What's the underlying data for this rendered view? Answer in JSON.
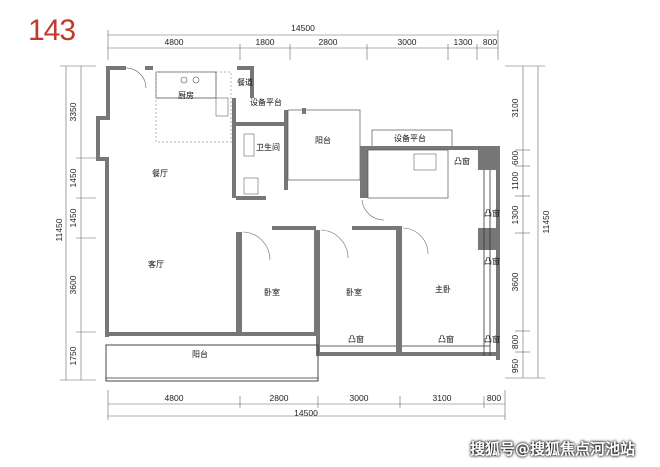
{
  "badge": "143",
  "watermark": "搜狐号@搜狐焦点河池站",
  "dims": {
    "top_total": "14500",
    "top": [
      "4800",
      "1800",
      "2800",
      "3000",
      "1300",
      "800"
    ],
    "bottom_total": "14500",
    "bottom": [
      "4800",
      "2800",
      "3000",
      "3100",
      "800"
    ],
    "left_total": "11450",
    "left": [
      "3350",
      "1450",
      "1450",
      "3600",
      "1750"
    ],
    "right_total": "11450",
    "right": [
      "3100",
      "600",
      "1100",
      "1300",
      "3600",
      "800",
      "950"
    ]
  },
  "rooms": {
    "kitchen": "厨房",
    "corridor": "餐道",
    "equip1": "设备平台",
    "equip2": "设备平台",
    "balcony_top": "阳台",
    "bathroom": "卫生间",
    "dining": "餐厅",
    "living": "客厅",
    "bedroom1": "卧室",
    "bedroom2": "卧室",
    "master": "主卧",
    "balcony_bottom": "阳台",
    "bay1": "凸窗",
    "bay2": "凸窗",
    "bay3": "凸窗",
    "bay4": "凸窗",
    "bay5": "凸窗",
    "bay6": "凸窗"
  }
}
